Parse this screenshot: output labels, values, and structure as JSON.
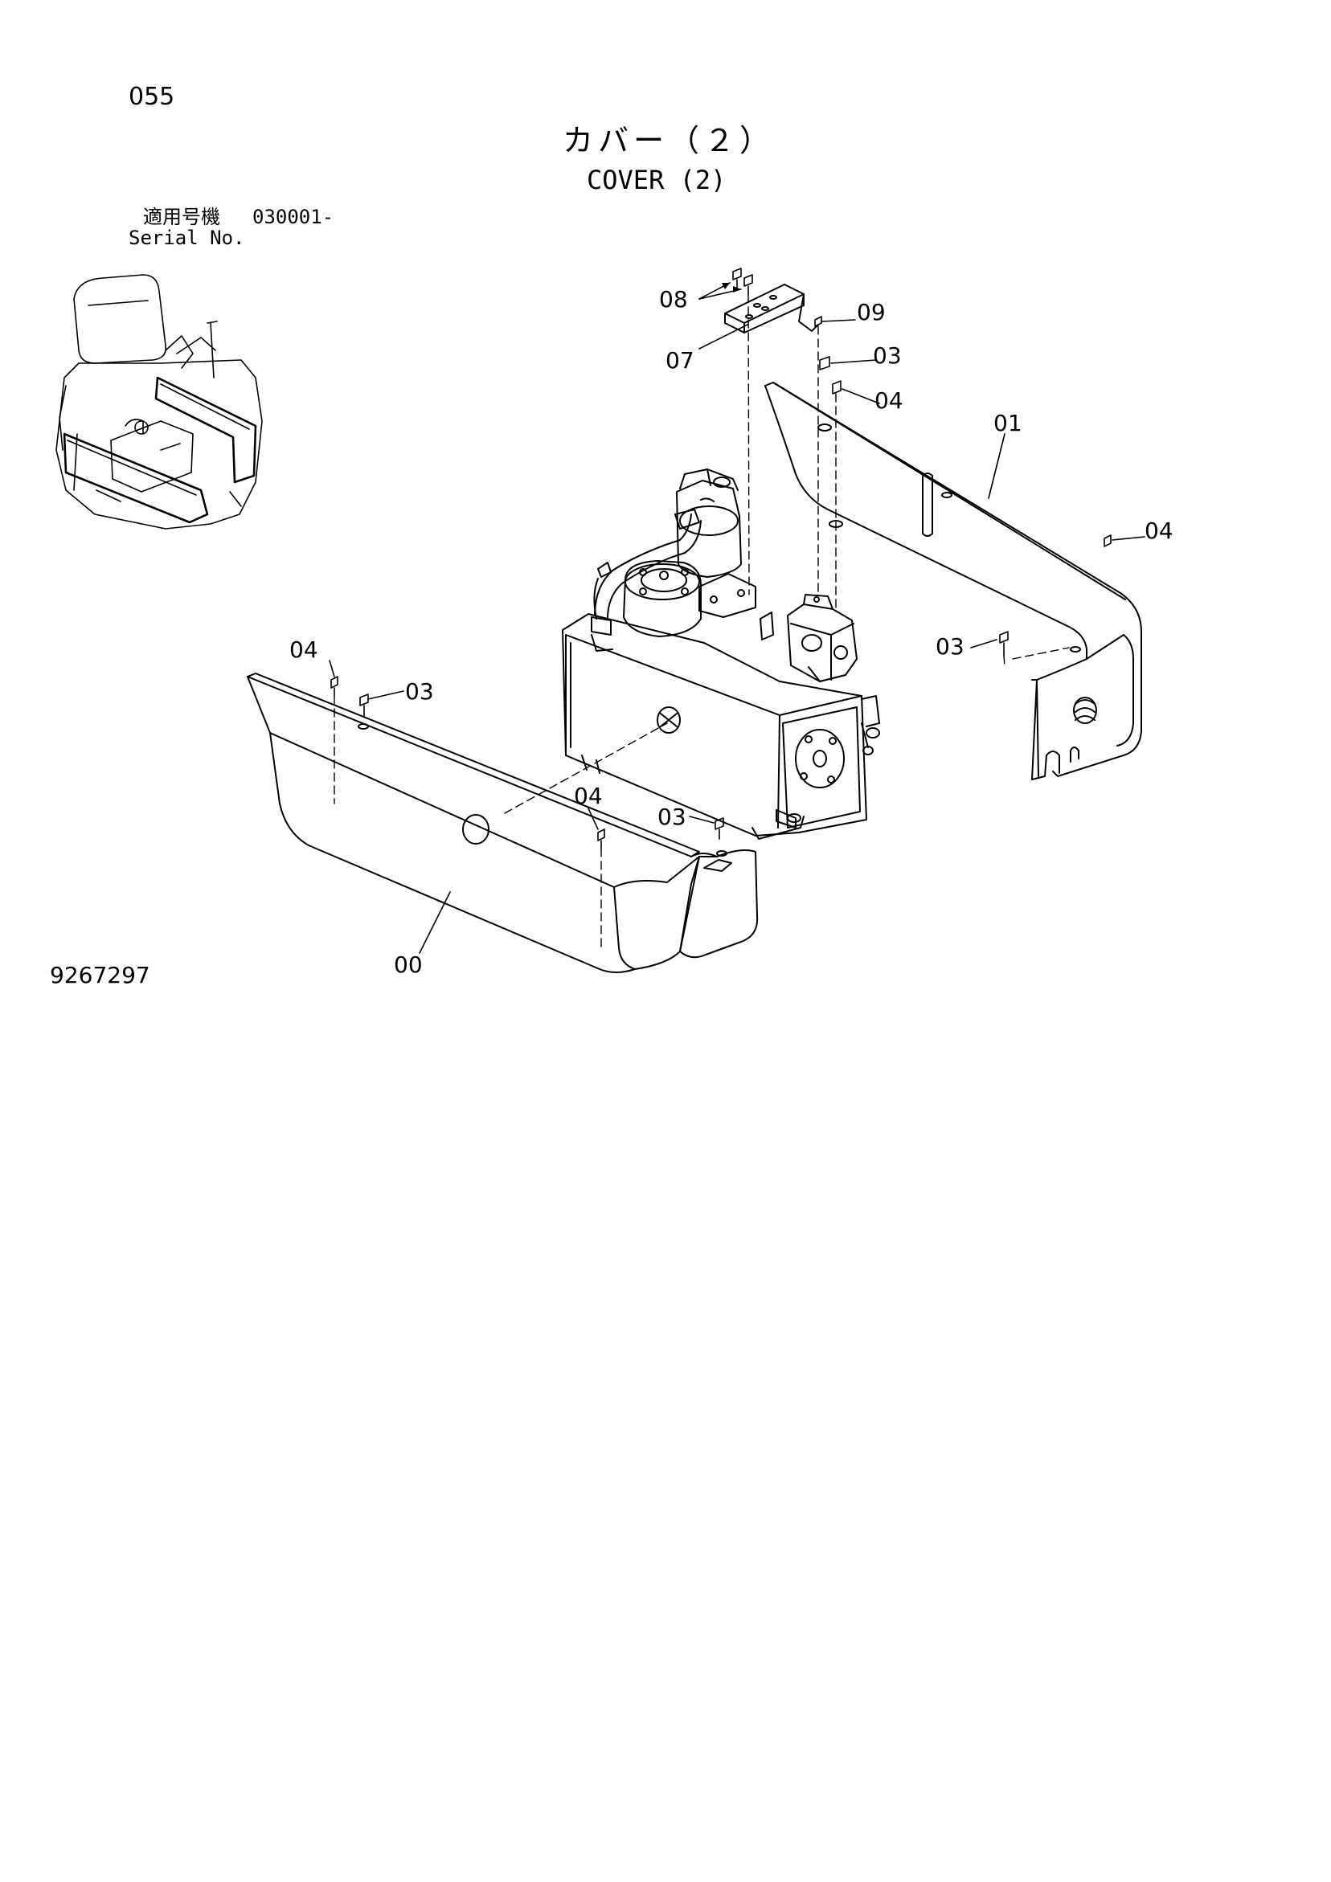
{
  "header": {
    "page_number": "055",
    "title_jp": "カバー（２）",
    "title_en": "COVER (2)",
    "serial_label_jp": "適用号機",
    "serial_range": "030001-",
    "serial_label_en": "Serial No."
  },
  "footer": {
    "drawing_number": "9267297"
  },
  "callouts": {
    "c08": "08",
    "c07": "07",
    "c09": "09",
    "c03_top": "03",
    "c04_top": "04",
    "c01": "01",
    "c04_right": "04",
    "c03_right": "03",
    "c04_left": "04",
    "c03_left": "03",
    "c04_mid": "04",
    "c03_mid": "03",
    "c00": "00"
  }
}
